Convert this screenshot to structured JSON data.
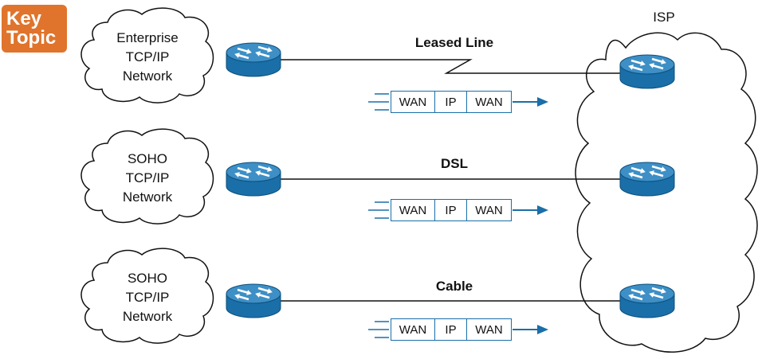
{
  "badge": {
    "line1": "Key",
    "line2": "Topic"
  },
  "isp_label": "ISP",
  "sites": [
    {
      "cloud_lines": [
        "Enterprise",
        "TCP/IP",
        "Network"
      ],
      "link_label": "Leased Line"
    },
    {
      "cloud_lines": [
        "SOHO",
        "TCP/IP",
        "Network"
      ],
      "link_label": "DSL"
    },
    {
      "cloud_lines": [
        "SOHO",
        "TCP/IP",
        "Network"
      ],
      "link_label": "Cable"
    }
  ],
  "frame_fields": [
    "WAN",
    "IP",
    "WAN"
  ],
  "colors": {
    "router": "#1a6fa8",
    "router_top": "#3d8fc6",
    "accent": "#e0742c",
    "frame_border": "#1a6fa8",
    "arrow": "#1a6fa8"
  }
}
